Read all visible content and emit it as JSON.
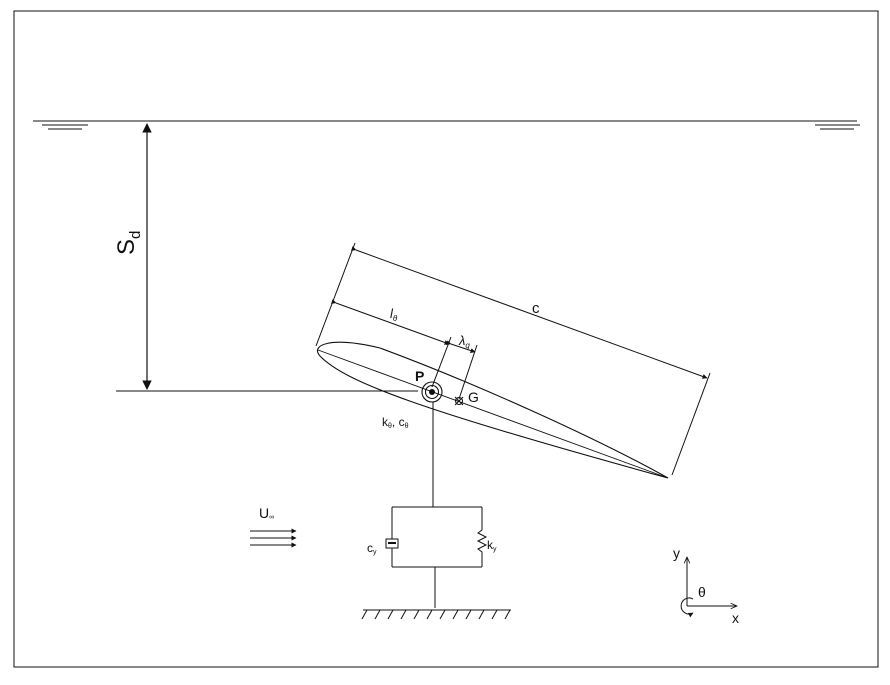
{
  "figure": {
    "labels": {
      "depth": "S",
      "depth_sub": "d",
      "chord": "c",
      "pivot_dist": "l",
      "pivot_dist_sub": "θ",
      "cg_offset": "λ",
      "cg_offset_sub": "g",
      "pivot": "P",
      "cg": "G",
      "torsion": "k",
      "torsion_sub": "θ",
      "torsion_sep": ", c",
      "torsion_sub2": "θ",
      "flow": "U",
      "flow_sub": "∞",
      "damper": "c",
      "damper_sub": "y",
      "spring": "k",
      "spring_sub": "y",
      "axis_y": "y",
      "axis_x": "x",
      "axis_theta": "θ"
    }
  }
}
